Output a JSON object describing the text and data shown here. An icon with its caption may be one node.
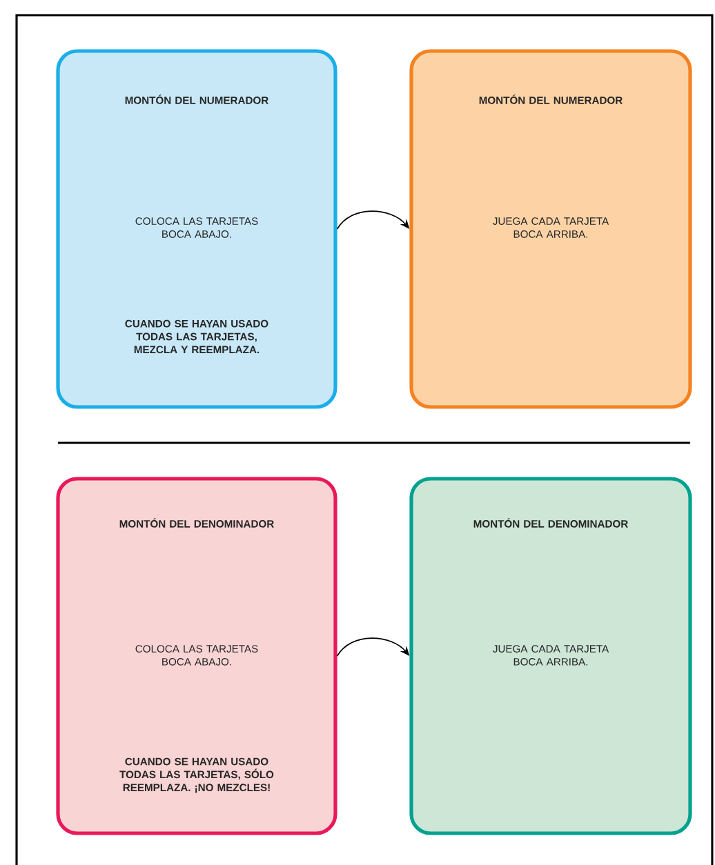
{
  "diagram": {
    "nodes": [
      {
        "text": [
          "MONTÓN DEL NUMERADOR",
          "COLOCA LAS TARJETAS BOCA ABAJO.",
          "CUANDO SE HAYAN USADO TODAS LAS TARJETAS, MEZCLA Y REEMPLAZA."
        ]
      },
      {
        "text": [
          "MONTÓN DEL NUMERADOR",
          "JUEGA CADA TARJETA BOCA ARRIBA."
        ]
      },
      {
        "text": [
          "MONTÓN DEL DENOMINADOR",
          "COLOCA LAS TARJETAS BOCA ABAJO.",
          "CUANDO SE HAYAN USADO TODAS LAS TARJETAS, SÓLO REEMPLAZA. ¡NO MEZCLES!"
        ]
      },
      {
        "text": [
          "MONTÓN DEL DENOMINADOR",
          "JUEGA CADA TARJETA BOCA ARRIBA."
        ]
      }
    ],
    "edges": [
      {
        "from": 0,
        "to": 1,
        "arrow": "to"
      },
      {
        "from": 2,
        "to": 3,
        "arrow": "to"
      }
    ]
  }
}
